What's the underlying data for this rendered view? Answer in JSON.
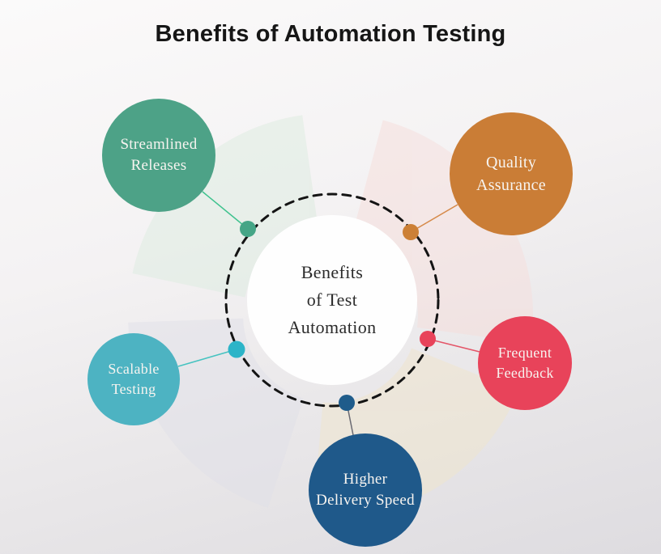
{
  "title": "Benefits of Automation Testing",
  "center": {
    "lines": [
      "Benefits",
      "of Test",
      "Automation"
    ],
    "bg_color": "#fefefe",
    "text_color": "#2b2b2b"
  },
  "ring": {
    "color": "#141414"
  },
  "nodes": [
    {
      "id": "streamlined-releases",
      "lines": [
        "Streamlined",
        "Releases"
      ],
      "color": "#4da287",
      "dot_color": "#45a586",
      "line_color": "#3ec28e"
    },
    {
      "id": "quality-assurance",
      "lines": [
        "Quality",
        "Assurance"
      ],
      "color": "#ca7d36",
      "dot_color": "#cc8036",
      "line_color": "#d68a4a"
    },
    {
      "id": "frequent-feedback",
      "lines": [
        "Frequent",
        "Feedback"
      ],
      "color": "#e8435a",
      "dot_color": "#e8435a",
      "line_color": "#e45568"
    },
    {
      "id": "higher-delivery-speed",
      "lines": [
        "Higher",
        "Delivery Speed"
      ],
      "color": "#1f598a",
      "dot_color": "#1f5c8b",
      "line_color": "#6a6a72"
    },
    {
      "id": "scalable-testing",
      "lines": [
        "Scalable",
        "Testing"
      ],
      "color": "#4db3c2",
      "dot_color": "#2cb4c8",
      "line_color": "#45c3c0"
    }
  ]
}
